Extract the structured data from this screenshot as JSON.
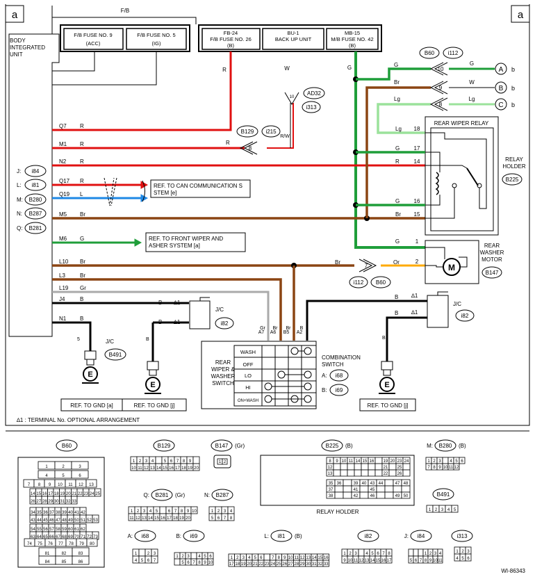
{
  "corner_label": "a",
  "ref_label": "b",
  "fuse_groups": [
    {
      "header": "F/B",
      "fuses": [
        "F/B FUSE NO. 9 (ACC)",
        "F/B FUSE NO. 5 (IG)"
      ]
    },
    {
      "fuses": [
        "FB-24 F/B FUSE NO. 26 (B)",
        "BU-1 BACK UP UNIT",
        "MB-15 M/B FUSE NO. 42 (B)"
      ]
    }
  ],
  "body_unit": {
    "name": "BODY INTEGRATED UNIT",
    "connectors": [
      "J: i84",
      "L: i81",
      "M: B280",
      "N: B287",
      "Q: B281"
    ]
  },
  "left_wires": [
    {
      "pin": "Q7",
      "color": "R",
      "hex": "#e01010"
    },
    {
      "pin": "M1",
      "color": "R",
      "hex": "#e01010"
    },
    {
      "pin": "N2",
      "color": "R",
      "hex": "#e01010"
    },
    {
      "pin": "Q17",
      "color": "R",
      "hex": "#e01010"
    },
    {
      "pin": "Q19",
      "color": "L",
      "hex": "#1e88e5"
    },
    {
      "pin": "M5",
      "color": "Br",
      "hex": "#8b4513"
    },
    {
      "pin": "M6",
      "color": "G",
      "hex": "#1f9e3a"
    },
    {
      "pin": "L10",
      "color": "Br",
      "hex": "#8b4513"
    },
    {
      "pin": "L3",
      "color": "Br",
      "hex": "#8b4513"
    },
    {
      "pin": "L19",
      "color": "Gr",
      "hex": "#aaaaaa"
    },
    {
      "pin": "J4",
      "color": "B",
      "hex": "#000000"
    },
    {
      "pin": "N1",
      "color": "B",
      "hex": "#000000"
    }
  ],
  "refs": {
    "can": "REF. TO CAN COMMUNICATION SYSTEM [e]",
    "front_wiper": "REF. TO FRONT WIPER AND WASHER SYSTEM [a]",
    "gnd_a": "REF. TO GND [a]",
    "gnd_j": "REF. TO GND [j]"
  },
  "connector_tags": {
    "B129": "B129",
    "i215": "i215",
    "AD32": "AD32",
    "i313": "i313",
    "B60": "B60",
    "i112": "i112",
    "B491": "B491",
    "i82": "i82",
    "i68": "i68",
    "i69": "i69",
    "B225": "B225",
    "B147": "B147"
  },
  "relay": {
    "title": "REAR WIPER RELAY",
    "holder": "RELAY HOLDER",
    "pins": [
      "18",
      "17",
      "14",
      "16",
      "15"
    ]
  },
  "motor": {
    "name": "REAR WASHER MOTOR",
    "pins": [
      "1",
      "2"
    ],
    "symbol": "M"
  },
  "switch": {
    "name": "REAR WIPER & WASHER SWITCH",
    "combo": "COMBINATION SWITCH",
    "positions": [
      "WASH",
      "OFF",
      "LO",
      "HI",
      "ON+WASH"
    ],
    "pins": [
      "A7",
      "A6",
      "B5",
      "A2"
    ]
  },
  "jc": "J/C",
  "ground": "E",
  "terminal_note": "∆1 : TERMINAL No. OPTIONAL ARRANGEMENT",
  "figure_id": "WI-86343",
  "connectors": [
    {
      "name": "B60"
    },
    {
      "name": "B129"
    },
    {
      "name": "B147",
      "suffix": "(Gr)"
    },
    {
      "name": "B225",
      "suffix": "(B)"
    },
    {
      "name": "B280",
      "prefix": "M:",
      "suffix": "(B)"
    },
    {
      "name": "B281",
      "prefix": "Q:",
      "suffix": "(Gr)"
    },
    {
      "name": "B287",
      "prefix": "N:"
    },
    {
      "name": "B491"
    },
    {
      "name": "i68",
      "prefix": "A:"
    },
    {
      "name": "i69",
      "prefix": "B:"
    },
    {
      "name": "i81",
      "prefix": "L:",
      "suffix": "(B)"
    },
    {
      "name": "i82"
    },
    {
      "name": "i84",
      "prefix": "J:"
    },
    {
      "name": "i313"
    }
  ],
  "relay_holder_caption": "RELAY HOLDER"
}
